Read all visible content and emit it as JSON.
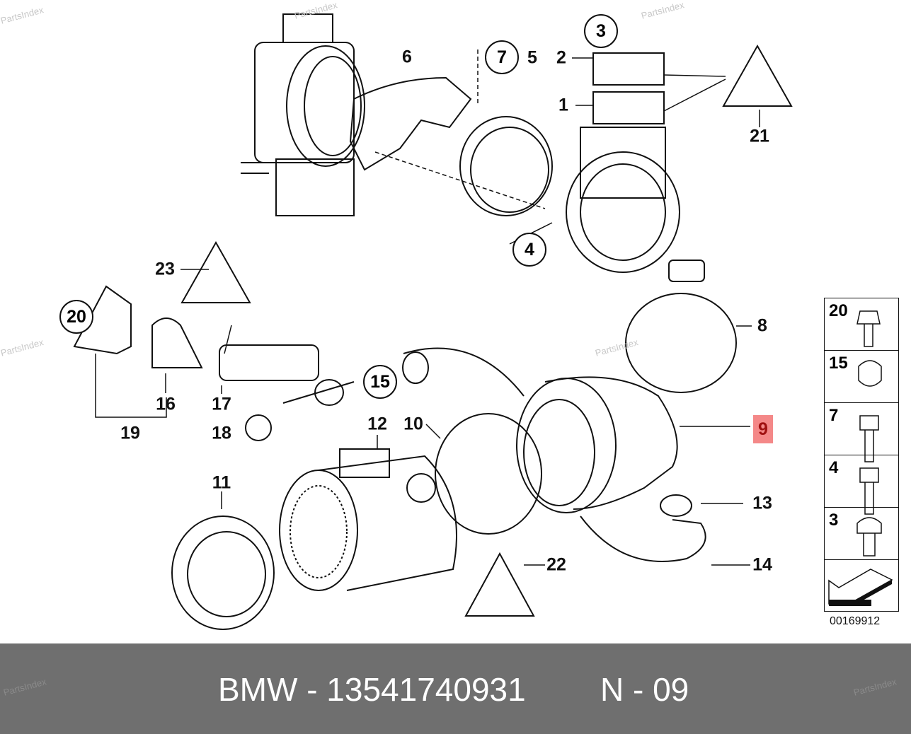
{
  "diagram": {
    "callouts": [
      "1",
      "2",
      "3",
      "4",
      "5",
      "6",
      "7",
      "8",
      "9",
      "10",
      "11",
      "12",
      "13",
      "14",
      "15",
      "16",
      "17",
      "18",
      "19",
      "20",
      "21",
      "22",
      "23"
    ],
    "highlighted": "9",
    "highlight_color": "#f48888",
    "drawing_code": "00169912"
  },
  "fastener_panel": {
    "items": [
      "20",
      "15",
      "7",
      "4",
      "3"
    ]
  },
  "footer": {
    "brand_part": "BMW - 13541740931",
    "position": "N - 09",
    "background": "#6f6f6f"
  },
  "watermark": "PartsIndex"
}
